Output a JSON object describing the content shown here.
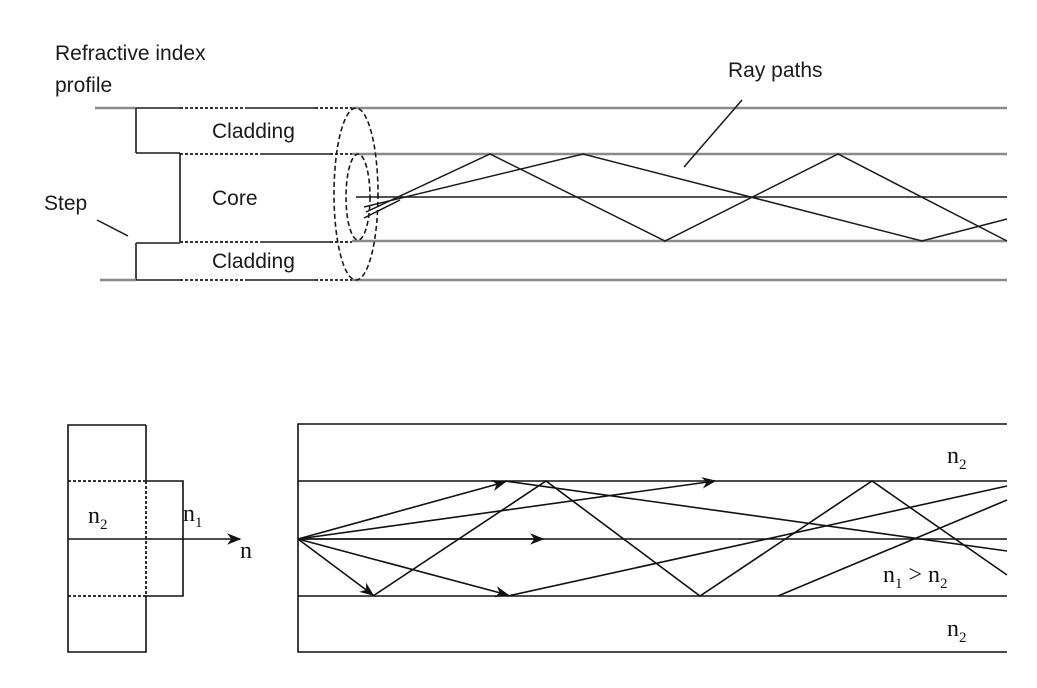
{
  "top_diagram": {
    "title_line1": "Refractive index",
    "title_line2": "profile",
    "step_label": "Step",
    "cladding_top_label": "Cladding",
    "core_label": "Core",
    "cladding_bottom_label": "Cladding",
    "ray_paths_label": "Ray paths"
  },
  "bottom_diagram": {
    "profile_n2": "n",
    "profile_n2_sub": "2",
    "profile_n1": "n",
    "profile_n1_sub": "1",
    "axis_label": "n",
    "cladding_top_n": "n",
    "cladding_top_sub": "2",
    "core_relation_a": "n",
    "core_relation_a_sub": "1",
    "core_relation_op": " > ",
    "core_relation_b": "n",
    "core_relation_b_sub": "2",
    "cladding_bottom_n": "n",
    "cladding_bottom_sub": "2"
  },
  "colors": {
    "line_grey": "#8a8a8a",
    "line_black": "#1a1a1a",
    "background": "#ffffff"
  }
}
